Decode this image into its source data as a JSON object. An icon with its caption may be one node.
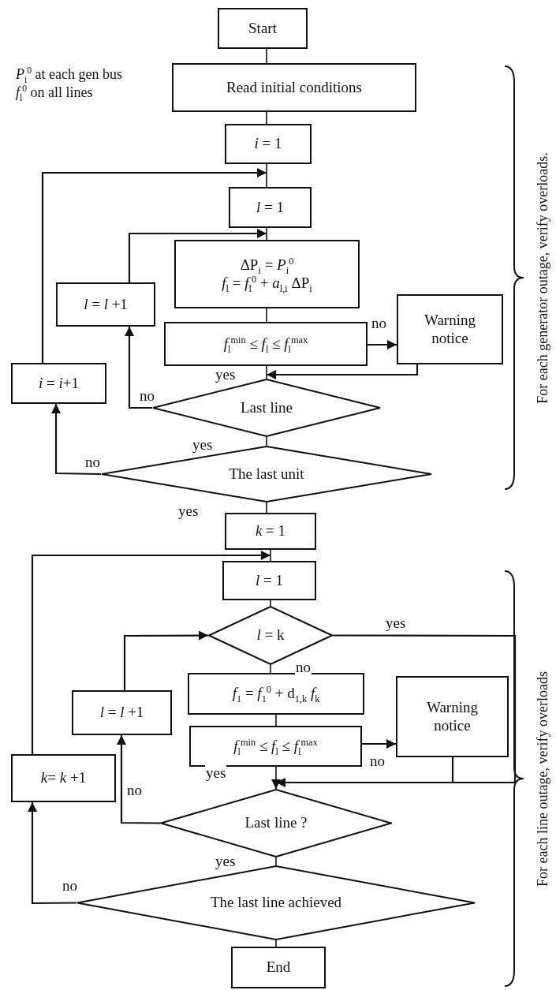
{
  "diagram": {
    "nodes": [
      {
        "text": [
          "Start"
        ]
      },
      {
        "text": [
          "Read initial conditions"
        ],
        "beside": [
          "*P*$_{i}$$^{0}$ at  each gen bus",
          "*f*$_{l}$$^{0}$ on all lines"
        ]
      },
      {
        "text": [
          "*i* = 1"
        ]
      },
      {
        "text": [
          "*l* = 1"
        ]
      },
      {
        "text": [
          "ΔP$_{i}$ = *P*$_{i}$$^{0}$",
          "*f*$_{l}$ = *f*$_{l}$$^{0}$ + *a*$_{l,i}$ ΔP$_{i}$"
        ]
      },
      {
        "text": [
          "*f*$_{l}$$^{min}$ ≤ *f*$_{l}$ ≤ *f*$_{l}$$^{max}$"
        ]
      },
      {
        "text": [
          "Warning notice"
        ]
      },
      {
        "text": [
          "*l* = *l* +1"
        ]
      },
      {
        "text": [
          "*i* = *i*+1"
        ]
      },
      {
        "text": [
          "Last line"
        ]
      },
      {
        "text": [
          "The last unit"
        ]
      },
      {
        "text": [
          "*k* = 1"
        ]
      },
      {
        "text": [
          "*l* = 1"
        ]
      },
      {
        "text": [
          "*l* = k"
        ]
      },
      {
        "text": [
          "*f*$_{1}$ = *f*$_{1}$$^{0}$ + d$_{1,k}$ *f*$_{k}$"
        ]
      },
      {
        "text": [
          "*f*$_{l}$$^{min}$ ≤ *f*$_{l}$ ≤ *f*$_{l}$$^{max}$"
        ]
      },
      {
        "text": [
          "Warning notice"
        ]
      },
      {
        "text": [
          "*l* = *l* +1"
        ]
      },
      {
        "text": [
          "*k*= *k* +1"
        ]
      },
      {
        "text": [
          "Last line ?"
        ]
      },
      {
        "text": [
          "The last line achieved"
        ]
      },
      {
        "text": [
          "End"
        ]
      }
    ],
    "edges": [
      {
        "from": 0,
        "to": 1,
        "arrow": "none"
      },
      {
        "from": 1,
        "to": 2,
        "arrow": "none"
      },
      {
        "from": 2,
        "to": 3,
        "arrow": "none"
      },
      {
        "from": 8,
        "to": 3,
        "arrow": "to"
      },
      {
        "from": 3,
        "to": 4,
        "arrow": "none"
      },
      {
        "from": 7,
        "to": 4,
        "arrow": "to"
      },
      {
        "from": 4,
        "to": 5,
        "arrow": "none"
      },
      {
        "from": 5,
        "to": 6,
        "arrow": "to",
        "label": "no"
      },
      {
        "from": 6,
        "to": 9,
        "arrow": "to"
      },
      {
        "from": 5,
        "to": 9,
        "arrow": "none",
        "label": "yes"
      },
      {
        "from": 9,
        "to": 7,
        "arrow": "to",
        "label": "no"
      },
      {
        "from": 9,
        "to": 10,
        "arrow": "none",
        "label": "yes"
      },
      {
        "from": 10,
        "to": 8,
        "arrow": "to",
        "label": "no"
      },
      {
        "from": 10,
        "to": 11,
        "arrow": "none",
        "label": "yes"
      },
      {
        "from": 11,
        "to": 12,
        "arrow": "none"
      },
      {
        "from": 18,
        "to": 12,
        "arrow": "to"
      },
      {
        "from": 12,
        "to": 13,
        "arrow": "none"
      },
      {
        "from": 17,
        "to": 13,
        "arrow": "to"
      },
      {
        "from": 13,
        "to": 19,
        "arrow": "to",
        "label": "yes"
      },
      {
        "from": 13,
        "to": 14,
        "arrow": "none",
        "label": "no"
      },
      {
        "from": 14,
        "to": 15,
        "arrow": "none"
      },
      {
        "from": 15,
        "to": 16,
        "arrow": "to",
        "label": "no"
      },
      {
        "from": 16,
        "to": 19,
        "arrow": "to"
      },
      {
        "from": 15,
        "to": 19,
        "arrow": "none",
        "label": "yes"
      },
      {
        "from": 19,
        "to": 17,
        "arrow": "to",
        "label": "no"
      },
      {
        "from": 19,
        "to": 20,
        "arrow": "none",
        "label": "yes"
      },
      {
        "from": 20,
        "to": 18,
        "arrow": "to",
        "label": "no"
      },
      {
        "from": 20,
        "to": 21,
        "arrow": "none"
      }
    ],
    "labels": [
      "For each generator outage, verify overloads.",
      "For each line outage, verify overloads"
    ]
  }
}
